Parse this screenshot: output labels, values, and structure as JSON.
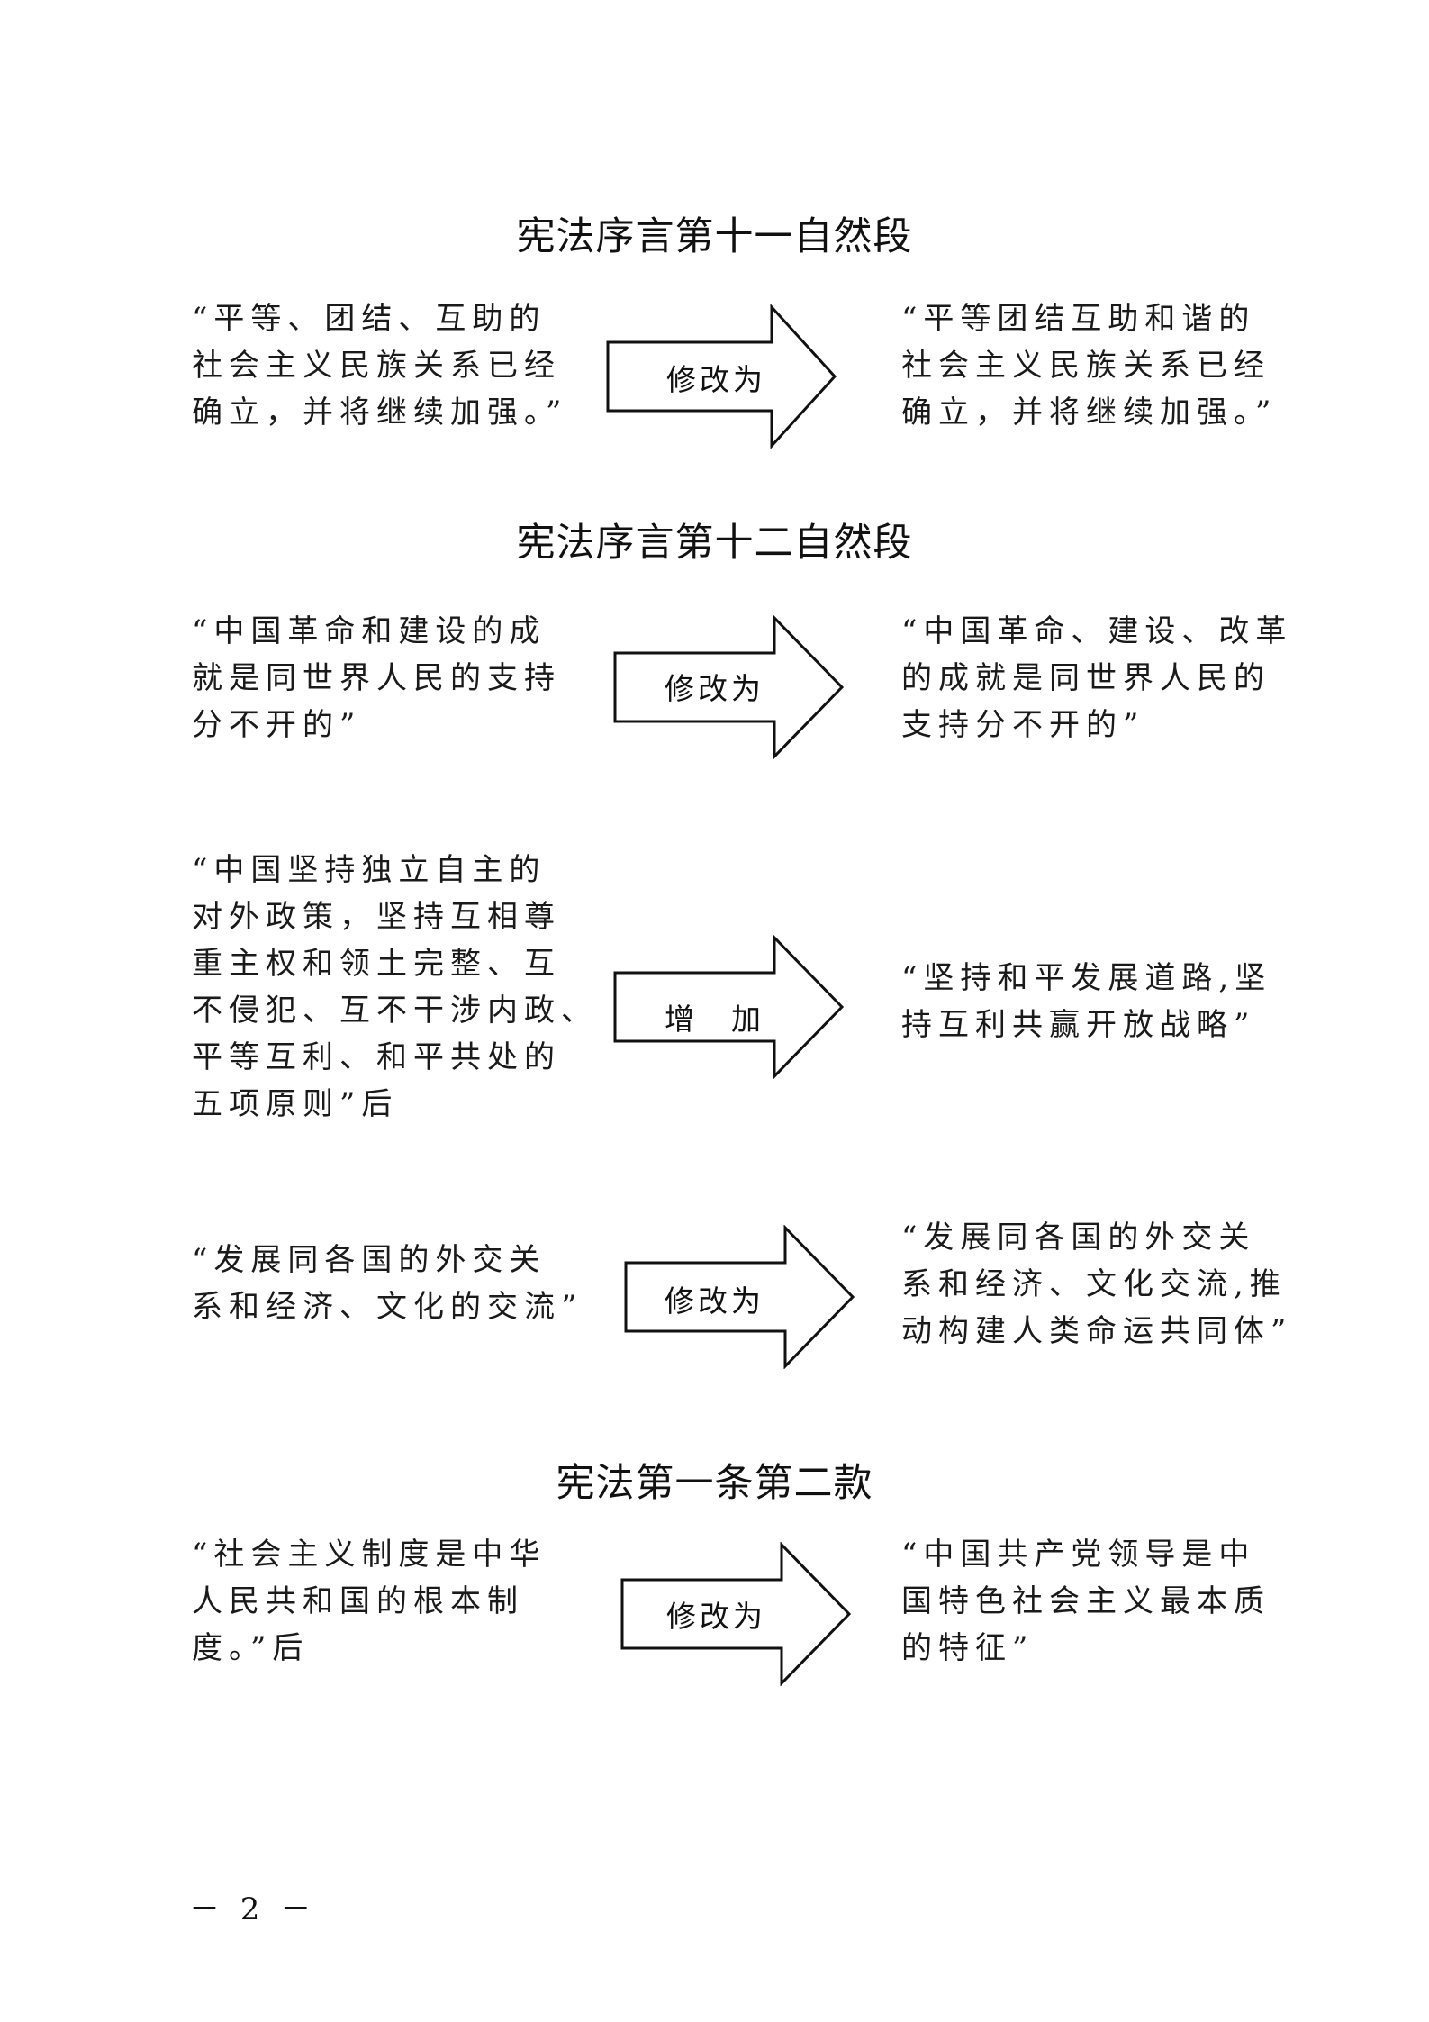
{
  "sections": [
    {
      "heading": "宪法序言第十一自然段",
      "items": [
        {
          "original": "“平等、团结、互助的\n社会主义民族关系已经\n确立，并将继续加强。”",
          "action": "修改为",
          "revised": "“平等团结互助和谐的\n社会主义民族关系已经\n确立，并将继续加强。”"
        }
      ]
    },
    {
      "heading": "宪法序言第十二自然段",
      "items": [
        {
          "original": "“中国革命和建设的成\n就是同世界人民的支持\n分不开的”",
          "action": "修改为",
          "revised": "“中国革命、建设、改革\n的成就是同世界人民的\n支持分不开的”"
        },
        {
          "original": "“中国坚持独立自主的\n对外政策，坚持互相尊\n重主权和领土完整、互\n不侵犯、互不干涉内政、\n平等互利、和平共处的\n五项原则”后",
          "action": "增　加",
          "revised": "“坚持和平发展道路,坚\n持互利共赢开放战略”"
        },
        {
          "original": "“发展同各国的外交关\n系和经济、文化的交流”",
          "action": "修改为",
          "revised": "“发展同各国的外交关\n系和经济、文化交流,推\n动构建人类命运共同体”"
        }
      ]
    },
    {
      "heading": "宪法第一条第二款",
      "items": [
        {
          "original": "“社会主义制度是中华\n人民共和国的根本制\n度。”后",
          "action": "修改为",
          "revised": "“中国共产党领导是中\n国特色社会主义最本质\n的特征”"
        }
      ]
    }
  ],
  "page_number": "－ 2 －"
}
